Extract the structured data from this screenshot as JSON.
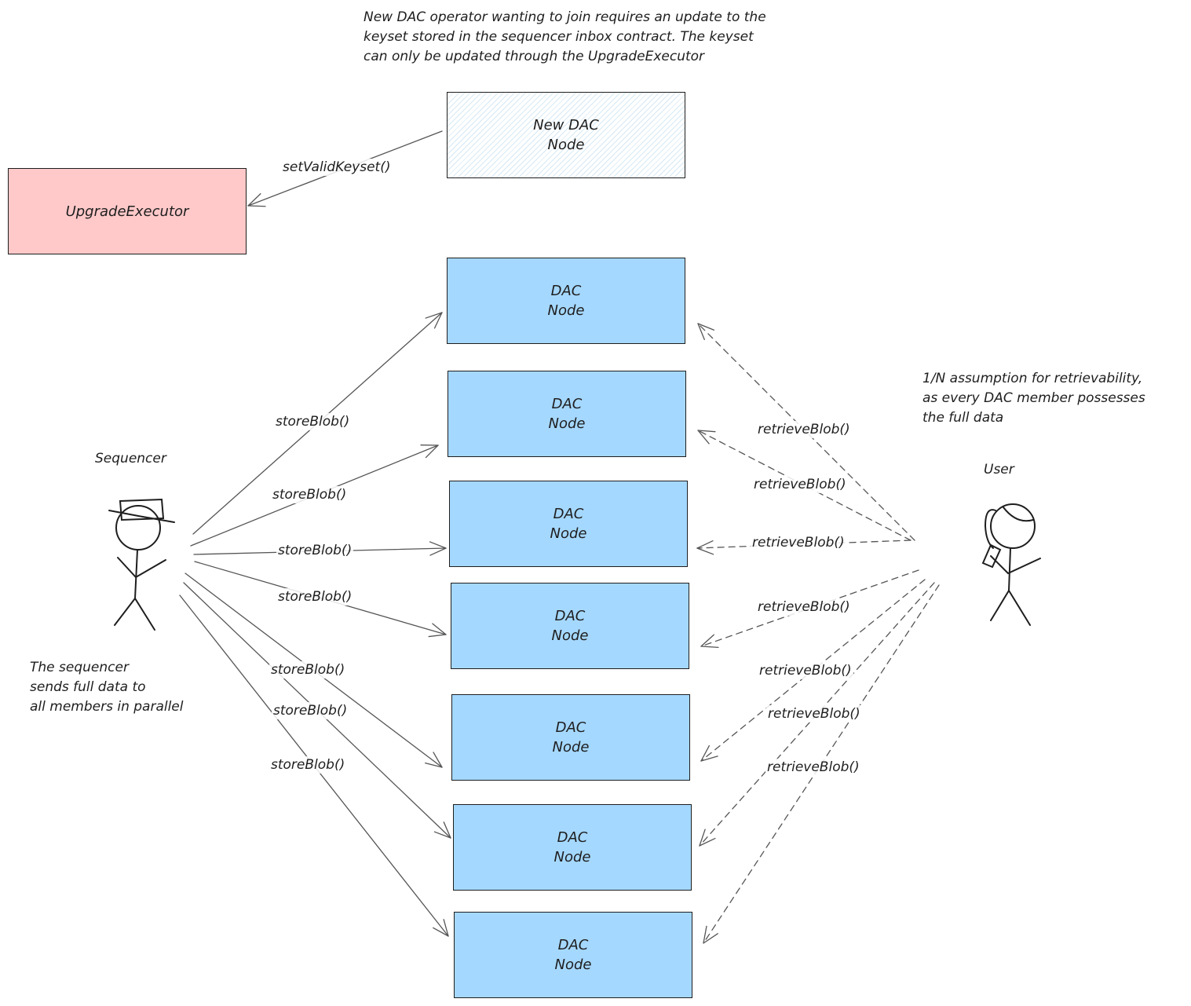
{
  "top_note": "New DAC operator wanting to join requires an update to the\nkeyset stored in the sequencer inbox contract. The keyset\ncan only be updated through the UpgradeExecutor",
  "new_node": {
    "label": "New DAC\nNode"
  },
  "upgrade_executor": {
    "label": "UpgradeExecutor"
  },
  "set_keyset_label": "setValidKeyset()",
  "dac_nodes": [
    {
      "label": "DAC\nNode"
    },
    {
      "label": "DAC\nNode"
    },
    {
      "label": "DAC\nNode"
    },
    {
      "label": "DAC\nNode"
    },
    {
      "label": "DAC\nNode"
    },
    {
      "label": "DAC\nNode"
    },
    {
      "label": "DAC\nNode"
    }
  ],
  "sequencer": {
    "name": "Sequencer",
    "note": "The sequencer\nsends full data to\nall members in parallel",
    "store_label": "storeBlob()"
  },
  "user": {
    "name": "User",
    "note": "1/N assumption for retrievability,\nas every DAC member possesses\nthe full data",
    "retrieve_label": "retrieveBlob()"
  },
  "colors": {
    "dac_fill": "#a5d8ff",
    "upgrade_fill": "#ffc9c9",
    "stroke": "#1e1e1e",
    "arrow": "#555555"
  }
}
